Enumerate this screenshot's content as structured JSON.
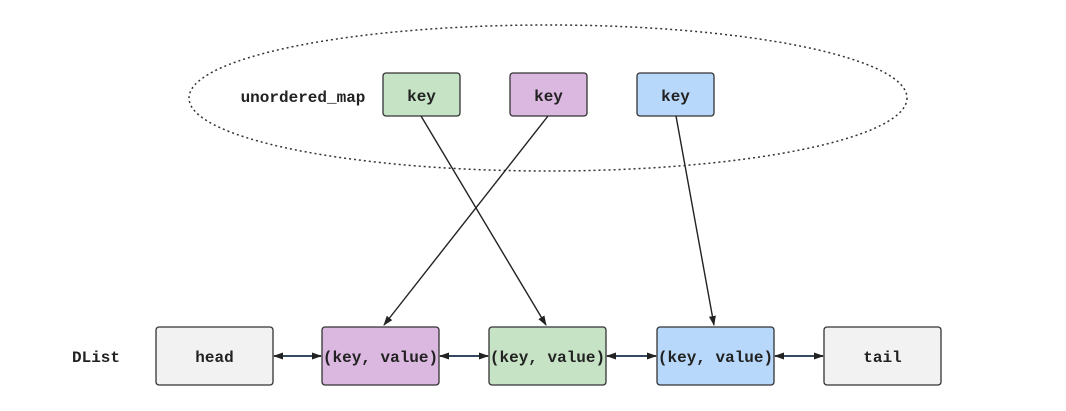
{
  "map": {
    "label": "unordered_map",
    "keys": [
      {
        "label": "key",
        "color": "#c6e3c6"
      },
      {
        "label": "key",
        "color": "#dbb8e0"
      },
      {
        "label": "key",
        "color": "#b7d8fa"
      }
    ]
  },
  "list": {
    "label": "DList",
    "nodes": [
      {
        "label": "head",
        "color": "#f2f2f2"
      },
      {
        "label": "(key, value)",
        "color": "#dbb8e0"
      },
      {
        "label": "(key, value)",
        "color": "#c6e3c6"
      },
      {
        "label": "(key, value)",
        "color": "#b7d8fa"
      },
      {
        "label": "tail",
        "color": "#f2f2f2"
      }
    ]
  },
  "colors": {
    "link_arrow": "#34495e"
  }
}
